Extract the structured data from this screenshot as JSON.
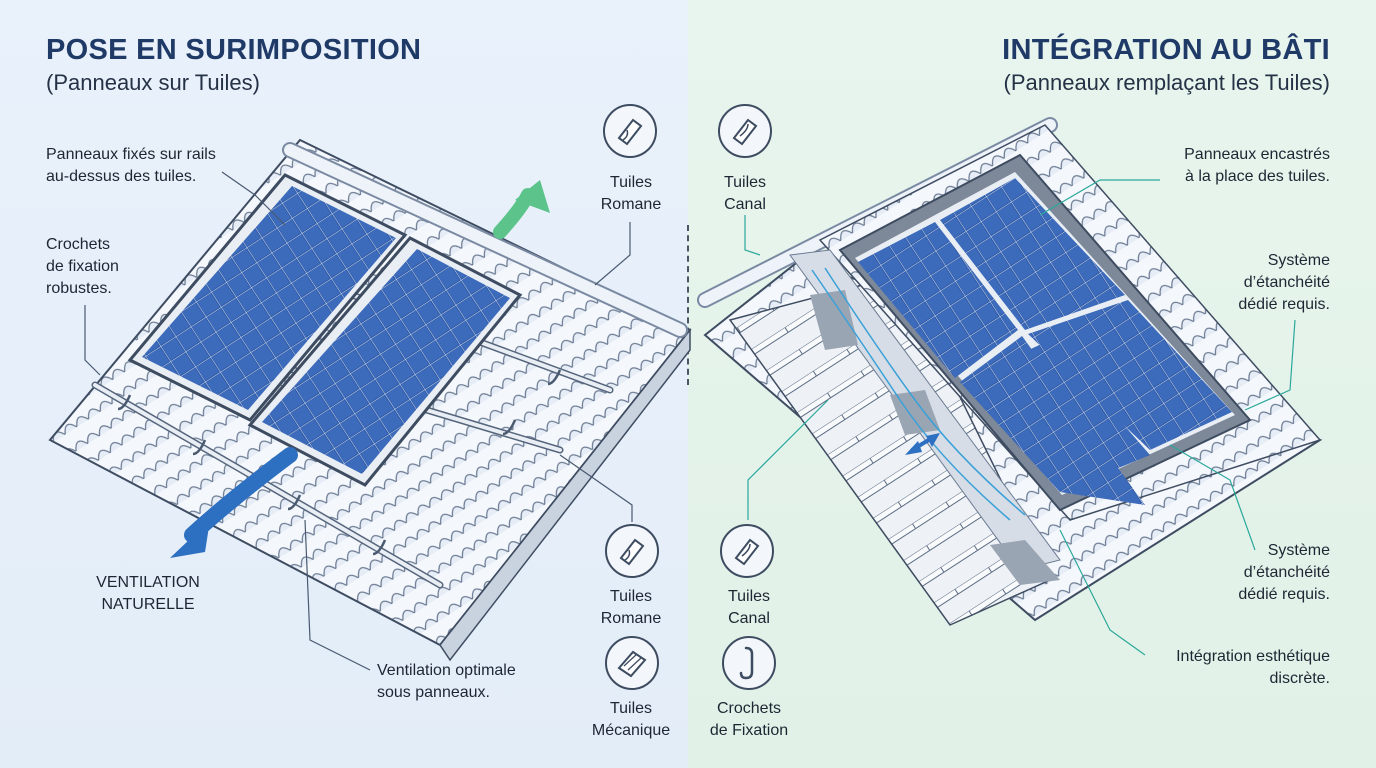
{
  "left": {
    "title": "POSE EN SURIMPOSITION",
    "subtitle": "(Panneaux sur Tuiles)",
    "callouts": {
      "rails": "Panneaux fixés sur rails\nau-dessus des tuiles.",
      "hooks": "Crochets\nde fixation\nrobustes.",
      "ventilation": "VENTILATION\nNATURELLE",
      "ventilation_optimal": "Ventilation optimale\nsous panneaux."
    },
    "legend": {
      "top_tile": "Tuiles\nRomane",
      "mid_tile": "Tuiles\nRomane",
      "bottom_tile": "Tuiles\nMécanique"
    }
  },
  "right": {
    "title": "INTÉGRATION AU BÂTI",
    "subtitle": "(Panneaux remplaçant les Tuiles)",
    "callouts": {
      "embedded": "Panneaux encastrés\nà la place des tuiles.",
      "sealing_top": "Système\nd’étanchéité\ndédié requis.",
      "sealing_bottom": "Système\nd’étanchéité\ndédié requis.",
      "aesthetic": "Intégration esthétique\ndiscrète."
    },
    "legend": {
      "top_tile": "Tuiles\nCanal",
      "mid_tile": "Tuiles\nCanal",
      "hooks": "Crochets\nde Fixation"
    }
  },
  "colors": {
    "panel": "#2f5aa6",
    "panel_light": "#4f7fcf",
    "arrow_green": "#5cc48b",
    "arrow_blue": "#2d6fc0",
    "leader_left": "#4a5a70",
    "leader_right": "#2aa89a"
  },
  "icons": [
    "roman-tile-icon",
    "canal-tile-icon",
    "mechanical-tile-icon",
    "fixing-hook-icon",
    "ventilation-arrow-icon",
    "airflow-arrow-icon"
  ]
}
